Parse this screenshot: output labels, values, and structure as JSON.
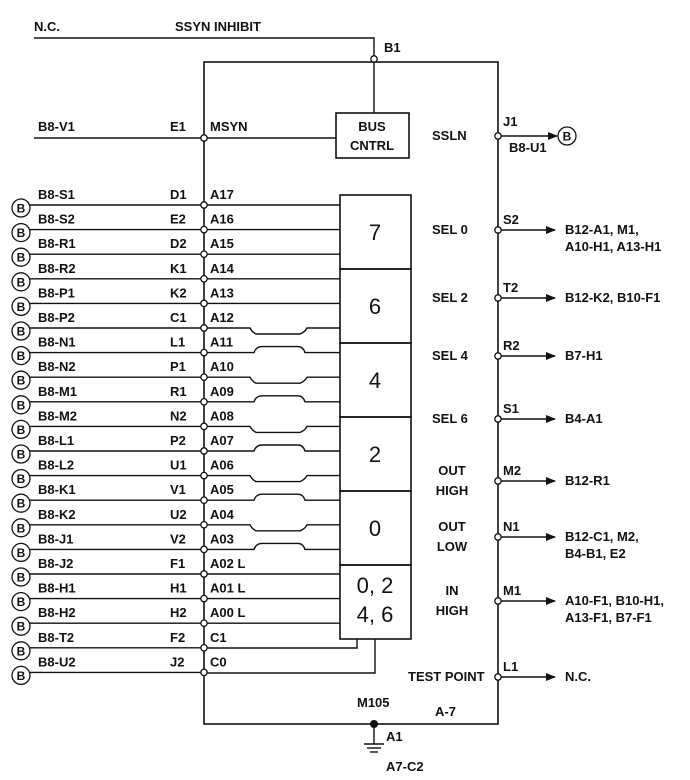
{
  "top": {
    "nc_label": "N.C.",
    "ssyn_label": "SSYN INHIBIT",
    "b1_label": "B1"
  },
  "msyn": {
    "source": "B8-V1",
    "pin": "E1",
    "signal": "MSYN"
  },
  "bus_control": {
    "line1": "BUS",
    "line2": "CNTRL"
  },
  "ssln": {
    "label": "SSLN",
    "pin": "J1",
    "dest": "B8-U1",
    "connector": "B"
  },
  "connector_letter": "B",
  "address_inputs": [
    {
      "source": "B8-S1",
      "pin": "D1",
      "signal": "A17"
    },
    {
      "source": "B8-S2",
      "pin": "E2",
      "signal": "A16"
    },
    {
      "source": "B8-R1",
      "pin": "D2",
      "signal": "A15"
    },
    {
      "source": "B8-R2",
      "pin": "K1",
      "signal": "A14"
    },
    {
      "source": "B8-P1",
      "pin": "K2",
      "signal": "A13"
    },
    {
      "source": "B8-P2",
      "pin": "C1",
      "signal": "A12"
    },
    {
      "source": "B8-N1",
      "pin": "L1",
      "signal": "A11"
    },
    {
      "source": "B8-N2",
      "pin": "P1",
      "signal": "A10"
    },
    {
      "source": "B8-M1",
      "pin": "R1",
      "signal": "A09"
    },
    {
      "source": "B8-M2",
      "pin": "N2",
      "signal": "A08"
    },
    {
      "source": "B8-L1",
      "pin": "P2",
      "signal": "A07"
    },
    {
      "source": "B8-L2",
      "pin": "U1",
      "signal": "A06"
    },
    {
      "source": "B8-K1",
      "pin": "V1",
      "signal": "A05"
    },
    {
      "source": "B8-K2",
      "pin": "U2",
      "signal": "A04"
    },
    {
      "source": "B8-J1",
      "pin": "V2",
      "signal": "A03"
    },
    {
      "source": "B8-J2",
      "pin": "F1",
      "signal": "A02 L"
    },
    {
      "source": "B8-H1",
      "pin": "H1",
      "signal": "A01 L"
    },
    {
      "source": "B8-H2",
      "pin": "H2",
      "signal": "A00 L"
    },
    {
      "source": "B8-T2",
      "pin": "F2",
      "signal": "C1"
    },
    {
      "source": "B8-U2",
      "pin": "J2",
      "signal": "C0"
    }
  ],
  "jumper_blocks": [
    "7",
    "6",
    "4",
    "2",
    "0",
    "0, 2",
    "4, 6"
  ],
  "outputs": [
    {
      "label": [
        "SEL 0"
      ],
      "pin": "S2",
      "dest": [
        "B12-A1, M1,",
        "A10-H1, A13-H1"
      ]
    },
    {
      "label": [
        "SEL 2"
      ],
      "pin": "T2",
      "dest": [
        "B12-K2, B10-F1"
      ]
    },
    {
      "label": [
        "SEL 4"
      ],
      "pin": "R2",
      "dest": [
        "B7-H1"
      ]
    },
    {
      "label": [
        "SEL 6"
      ],
      "pin": "S1",
      "dest": [
        "B4-A1"
      ]
    },
    {
      "label": [
        "OUT",
        "HIGH"
      ],
      "pin": "M2",
      "dest": [
        "B12-R1"
      ]
    },
    {
      "label": [
        "OUT",
        "LOW"
      ],
      "pin": "N1",
      "dest": [
        "B12-C1, M2,",
        "B4-B1, E2"
      ]
    },
    {
      "label": [
        "IN",
        "HIGH"
      ],
      "pin": "M1",
      "dest": [
        "A10-F1, B10-H1,",
        "A13-F1, B7-F1"
      ]
    },
    {
      "label": [
        "TEST POINT"
      ],
      "pin": "L1",
      "dest": [
        "N.C."
      ]
    }
  ],
  "module": {
    "name": "M105",
    "position": "A-7"
  },
  "ground": {
    "pin": "A1",
    "ref": "A7-C2"
  }
}
